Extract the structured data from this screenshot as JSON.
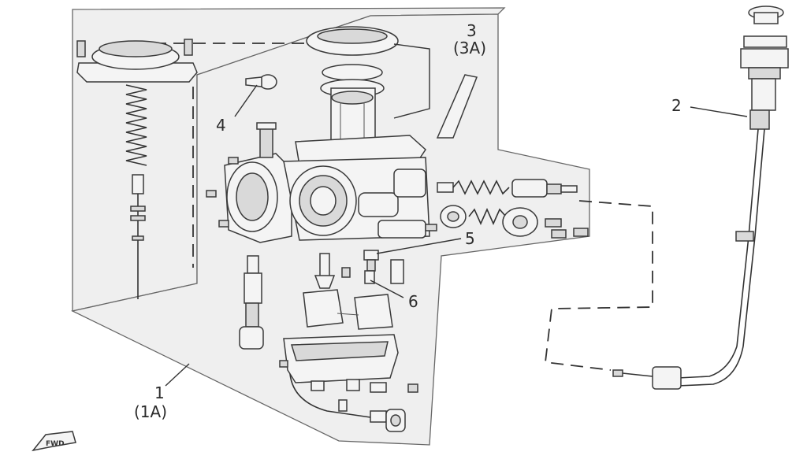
{
  "callouts": {
    "c1": "1",
    "c1a": "(1A)",
    "c2": "2",
    "c3": "3",
    "c3a": "(3A)",
    "c4": "4",
    "c5": "5",
    "c6": "6"
  },
  "fwd_label": "FWD"
}
